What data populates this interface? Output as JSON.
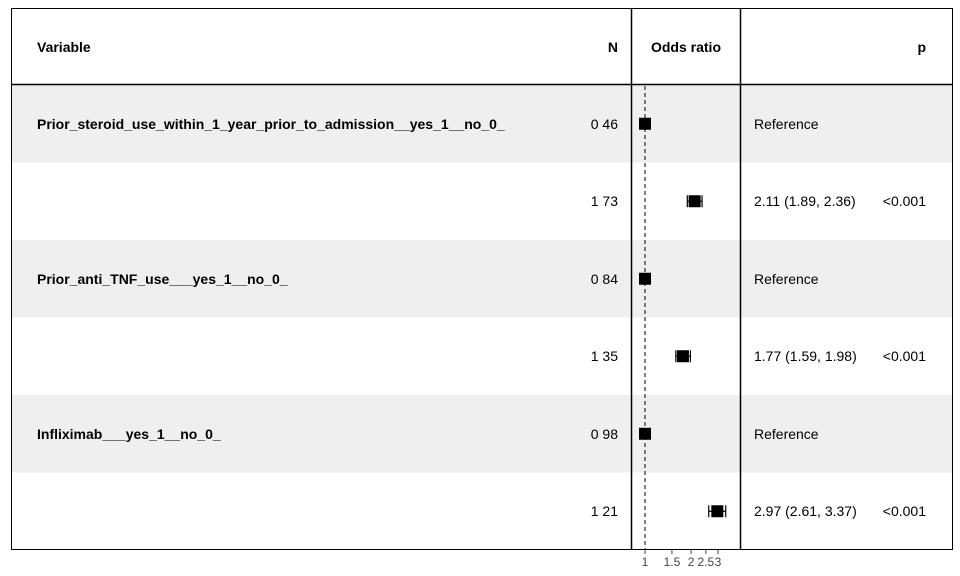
{
  "headers": {
    "variable": "Variable",
    "n": "N",
    "or": "Odds ratio",
    "p": "p"
  },
  "rows": [
    {
      "variable": "Prior_steroid_use_within_1_year_prior_to_admission__yes_1__no_0_",
      "n": "0 46",
      "ci": "Reference",
      "p": ""
    },
    {
      "variable": "",
      "n": "1 73",
      "ci": "2.11 (1.89, 2.36)",
      "p": "<0.001"
    },
    {
      "variable": "Prior_anti_TNF_use___yes_1__no_0_",
      "n": "0 84",
      "ci": "Reference",
      "p": ""
    },
    {
      "variable": "",
      "n": "1 35",
      "ci": "1.77 (1.59, 1.98)",
      "p": "<0.001"
    },
    {
      "variable": "Infliximab___yes_1__no_0_",
      "n": "0 98",
      "ci": "Reference",
      "p": ""
    },
    {
      "variable": "",
      "n": "1 21",
      "ci": "2.97 (2.61, 3.37)",
      "p": "<0.001"
    }
  ],
  "chart_data": {
    "type": "forest",
    "xlabel": "",
    "x_scale": "log",
    "reference_line": 1,
    "xlim": [
      0.95,
      3.5
    ],
    "x_ticks": [
      1,
      1.5,
      2,
      2.5,
      3
    ],
    "x_tick_labels": [
      "1",
      "1.5",
      "2",
      "2.5",
      "3"
    ],
    "points": [
      {
        "or": 1,
        "lo": 1,
        "hi": 1,
        "reference": true
      },
      {
        "or": 2.11,
        "lo": 1.89,
        "hi": 2.36,
        "reference": false
      },
      {
        "or": 1,
        "lo": 1,
        "hi": 1,
        "reference": true
      },
      {
        "or": 1.77,
        "lo": 1.59,
        "hi": 1.98,
        "reference": false
      },
      {
        "or": 1,
        "lo": 1,
        "hi": 1,
        "reference": true
      },
      {
        "or": 2.97,
        "lo": 2.61,
        "hi": 3.37,
        "reference": false
      }
    ],
    "colors": {
      "stripe": "#efefef",
      "mark": "#000000",
      "rule": "#000000"
    }
  }
}
